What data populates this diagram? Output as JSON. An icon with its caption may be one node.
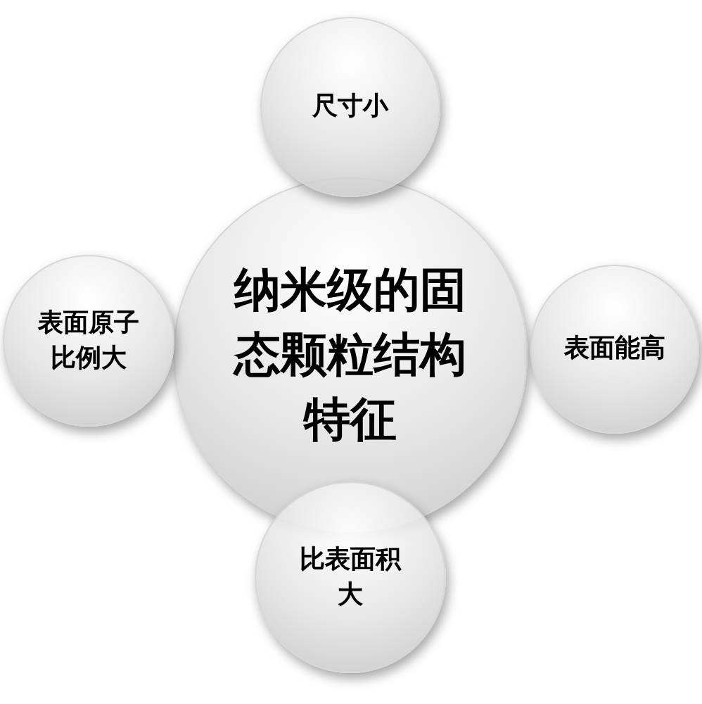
{
  "diagram": {
    "nodes": [
      {
        "text": [
          "尺寸小"
        ]
      },
      {
        "text": [
          "表面原子比例大"
        ]
      },
      {
        "text": [
          "纳米级的固态颗粒结构特征"
        ]
      },
      {
        "text": [
          "表面能高"
        ]
      },
      {
        "text": [
          "比表面积大"
        ]
      }
    ]
  }
}
